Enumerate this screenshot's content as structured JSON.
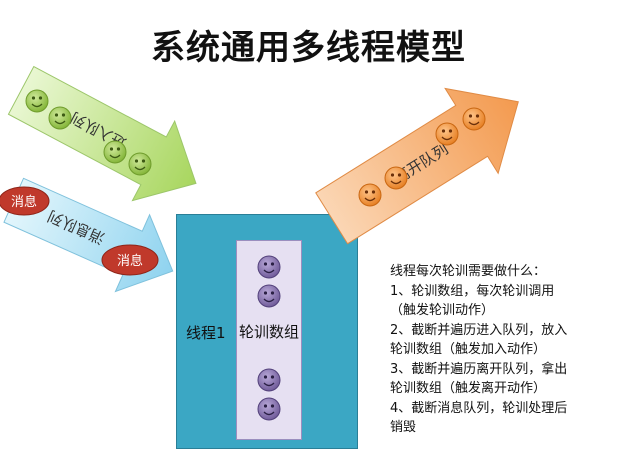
{
  "title": "系统通用多线程模型",
  "arrows": {
    "enter_queue": "进入队列",
    "message_queue": "消息队列",
    "leave_queue": "离开队列"
  },
  "message_badges": [
    "消息",
    "消息"
  ],
  "thread": {
    "label": "线程1",
    "poll_array_label": "轮训数组"
  },
  "steps": [
    "线程每次轮训需要做什么：",
    "1、轮训数组，每次轮训调用",
    "（触发轮训动作）",
    "2、截断并遍历进入队列，放入",
    "轮训数组（触发加入动作）",
    "3、截断并遍历离开队列，拿出",
    "轮训数组（触发离开动作）",
    "4、截断消息队列，轮训处理后",
    "销毁"
  ],
  "colors": {
    "enter_arrow": "#b9e27a",
    "message_arrow": "#9fdcf2",
    "leave_arrow": "#f6a867",
    "thread_box": "#3ba7c4",
    "poll_array": "#e6e0f2",
    "green_face": "#8cbf3f",
    "orange_face": "#f08a2c",
    "purple_face": "#7f6aa8",
    "message_badge": "#c0392b"
  }
}
